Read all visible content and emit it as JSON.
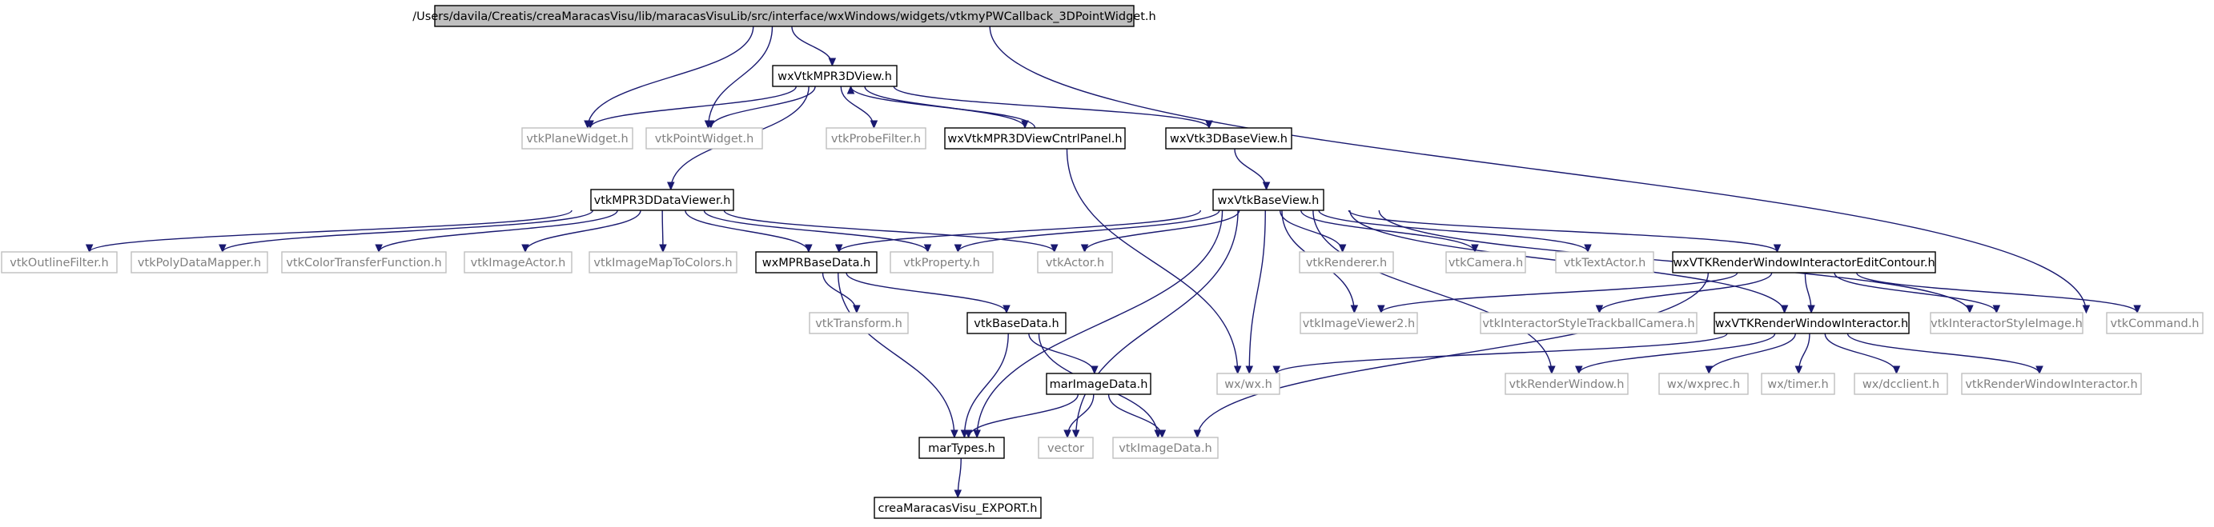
{
  "colors": {
    "edge": "#191970",
    "internal_border": "#000000",
    "external_border": "#bfbfbf",
    "external_text": "#808080",
    "root_fill": "#bfbfbf"
  },
  "nodes": [
    {
      "id": "root",
      "label": "/Users/davila/Creatis/creaMaracasVisu/lib/maracasVisuLib/src/interface/wxWindows/widgets/vtkmyPWCallback_3DPointWidget.h",
      "kind": "root"
    },
    {
      "id": "mpr3dview",
      "label": "wxVtkMPR3DView.h",
      "kind": "internal"
    },
    {
      "id": "planewidget",
      "label": "vtkPlaneWidget.h",
      "kind": "external"
    },
    {
      "id": "pointwidget",
      "label": "vtkPointWidget.h",
      "kind": "external"
    },
    {
      "id": "probefilter",
      "label": "vtkProbeFilter.h",
      "kind": "external"
    },
    {
      "id": "cntrlpanel",
      "label": "wxVtkMPR3DViewCntrlPanel.h",
      "kind": "internal"
    },
    {
      "id": "vtk3dbase",
      "label": "wxVtk3DBaseView.h",
      "kind": "internal"
    },
    {
      "id": "dataviewer",
      "label": "vtkMPR3DDataViewer.h",
      "kind": "internal"
    },
    {
      "id": "basevi",
      "label": "wxVtkBaseView.h",
      "kind": "internal"
    },
    {
      "id": "outline",
      "label": "vtkOutlineFilter.h",
      "kind": "external"
    },
    {
      "id": "polymapper",
      "label": "vtkPolyDataMapper.h",
      "kind": "external"
    },
    {
      "id": "colortf",
      "label": "vtkColorTransferFunction.h",
      "kind": "external"
    },
    {
      "id": "imageactor",
      "label": "vtkImageActor.h",
      "kind": "external"
    },
    {
      "id": "imagemap",
      "label": "vtkImageMapToColors.h",
      "kind": "external"
    },
    {
      "id": "mprbasedata",
      "label": "wxMPRBaseData.h",
      "kind": "internal"
    },
    {
      "id": "property",
      "label": "vtkProperty.h",
      "kind": "external"
    },
    {
      "id": "actor",
      "label": "vtkActor.h",
      "kind": "external"
    },
    {
      "id": "renderer",
      "label": "vtkRenderer.h",
      "kind": "external"
    },
    {
      "id": "camera",
      "label": "vtkCamera.h",
      "kind": "external"
    },
    {
      "id": "textactor",
      "label": "vtkTextActor.h",
      "kind": "external"
    },
    {
      "id": "editcontour",
      "label": "wxVTKRenderWindowInteractorEditContour.h",
      "kind": "internal"
    },
    {
      "id": "transform",
      "label": "vtkTransform.h",
      "kind": "external"
    },
    {
      "id": "basedata",
      "label": "vtkBaseData.h",
      "kind": "internal"
    },
    {
      "id": "imageviewer2",
      "label": "vtkImageViewer2.h",
      "kind": "external"
    },
    {
      "id": "trackball",
      "label": "vtkInteractorStyleTrackballCamera.h",
      "kind": "external"
    },
    {
      "id": "rwi",
      "label": "wxVTKRenderWindowInteractor.h",
      "kind": "internal"
    },
    {
      "id": "isimage",
      "label": "vtkInteractorStyleImage.h",
      "kind": "external"
    },
    {
      "id": "command",
      "label": "vtkCommand.h",
      "kind": "external"
    },
    {
      "id": "marimagedata",
      "label": "marImageData.h",
      "kind": "internal"
    },
    {
      "id": "wxh",
      "label": "wx/wx.h",
      "kind": "external"
    },
    {
      "id": "renderwindow",
      "label": "vtkRenderWindow.h",
      "kind": "external"
    },
    {
      "id": "wxprec",
      "label": "wx/wxprec.h",
      "kind": "external"
    },
    {
      "id": "timer",
      "label": "wx/timer.h",
      "kind": "external"
    },
    {
      "id": "dcclient",
      "label": "wx/dcclient.h",
      "kind": "external"
    },
    {
      "id": "rwinteractor",
      "label": "vtkRenderWindowInteractor.h",
      "kind": "external"
    },
    {
      "id": "martypes",
      "label": "marTypes.h",
      "kind": "internal"
    },
    {
      "id": "vector",
      "label": "vector",
      "kind": "external"
    },
    {
      "id": "imagedata",
      "label": "vtkImageData.h",
      "kind": "external"
    },
    {
      "id": "export",
      "label": "creaMaracasVisu_EXPORT.h",
      "kind": "internal"
    }
  ],
  "edges": [
    [
      "root",
      "mpr3dview"
    ],
    [
      "root",
      "planewidget"
    ],
    [
      "root",
      "pointwidget"
    ],
    [
      "root",
      "command"
    ],
    [
      "mpr3dview",
      "planewidget"
    ],
    [
      "mpr3dview",
      "pointwidget"
    ],
    [
      "mpr3dview",
      "probefilter"
    ],
    [
      "mpr3dview",
      "cntrlpanel"
    ],
    [
      "mpr3dview",
      "vtk3dbase"
    ],
    [
      "mpr3dview",
      "dataviewer"
    ],
    [
      "cntrlpanel",
      "mpr3dview"
    ],
    [
      "cntrlpanel",
      "wxh"
    ],
    [
      "vtk3dbase",
      "basevi"
    ],
    [
      "dataviewer",
      "outline"
    ],
    [
      "dataviewer",
      "polymapper"
    ],
    [
      "dataviewer",
      "colortf"
    ],
    [
      "dataviewer",
      "imageactor"
    ],
    [
      "dataviewer",
      "imagemap"
    ],
    [
      "dataviewer",
      "mprbasedata"
    ],
    [
      "dataviewer",
      "property"
    ],
    [
      "dataviewer",
      "actor"
    ],
    [
      "basevi",
      "mprbasedata"
    ],
    [
      "basevi",
      "property"
    ],
    [
      "basevi",
      "actor"
    ],
    [
      "basevi",
      "renderer"
    ],
    [
      "basevi",
      "camera"
    ],
    [
      "basevi",
      "textactor"
    ],
    [
      "basevi",
      "editcontour"
    ],
    [
      "basevi",
      "imageviewer2"
    ],
    [
      "basevi",
      "isimage"
    ],
    [
      "basevi",
      "rwi"
    ],
    [
      "basevi",
      "wxh"
    ],
    [
      "basevi",
      "renderwindow"
    ],
    [
      "basevi",
      "vector"
    ],
    [
      "basevi",
      "martypes"
    ],
    [
      "mprbasedata",
      "transform"
    ],
    [
      "mprbasedata",
      "basedata"
    ],
    [
      "mprbasedata",
      "martypes"
    ],
    [
      "editcontour",
      "imageviewer2"
    ],
    [
      "editcontour",
      "trackball"
    ],
    [
      "editcontour",
      "rwi"
    ],
    [
      "editcontour",
      "isimage"
    ],
    [
      "editcontour",
      "command"
    ],
    [
      "editcontour",
      "imagedata"
    ],
    [
      "basedata",
      "marimagedata"
    ],
    [
      "basedata",
      "martypes"
    ],
    [
      "basedata",
      "imagedata"
    ],
    [
      "rwi",
      "wxh"
    ],
    [
      "rwi",
      "renderwindow"
    ],
    [
      "rwi",
      "wxprec"
    ],
    [
      "rwi",
      "timer"
    ],
    [
      "rwi",
      "dcclient"
    ],
    [
      "rwi",
      "rwinteractor"
    ],
    [
      "marimagedata",
      "martypes"
    ],
    [
      "marimagedata",
      "vector"
    ],
    [
      "marimagedata",
      "imagedata"
    ],
    [
      "martypes",
      "export"
    ]
  ]
}
